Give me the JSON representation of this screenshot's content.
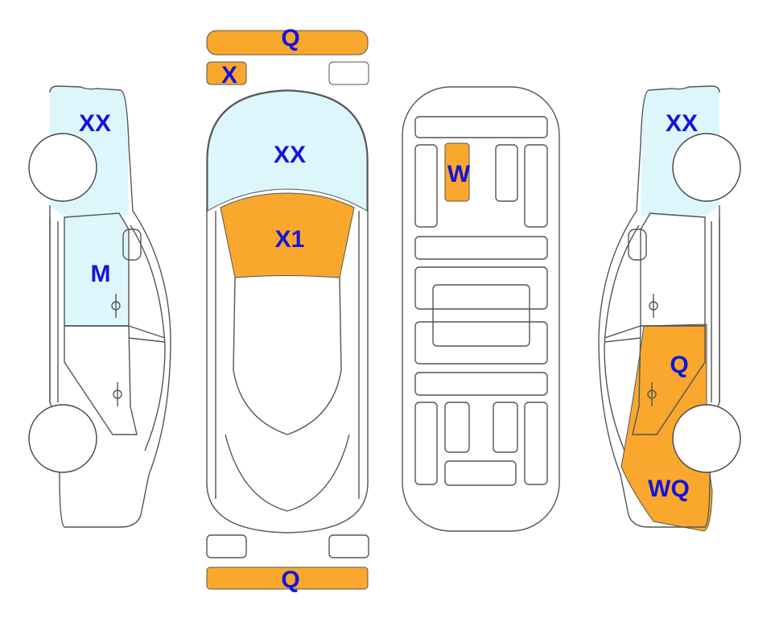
{
  "colors": {
    "damage": "#F9A82D",
    "light": "#DDF6FC",
    "label": "#1414D8",
    "outline": "#555555"
  },
  "labels": {
    "front_bumper": "Q",
    "front_left_light": "X",
    "windshield": "XX",
    "hood": "X1",
    "roof_panel": "W",
    "rear_bumper": "Q",
    "left_front": "XX",
    "left_door": "M",
    "right_front": "XX",
    "right_rear_door": "Q",
    "right_rear_quarter": "WQ"
  }
}
